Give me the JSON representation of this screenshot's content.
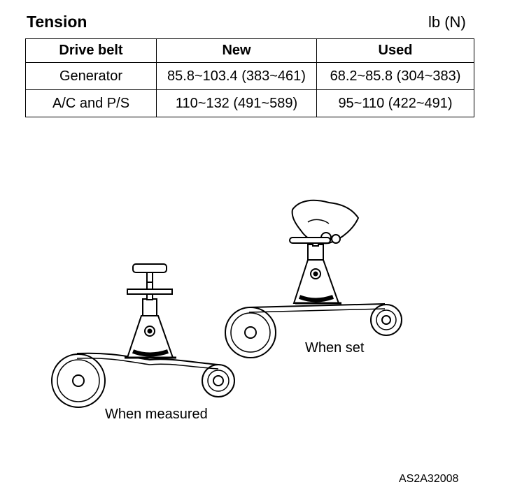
{
  "heading": {
    "title": "Tension",
    "units": "lb (N)"
  },
  "table": {
    "headers": [
      "Drive belt",
      "New",
      "Used"
    ],
    "rows": [
      [
        "Generator",
        "85.8~103.4 (383~461)",
        "68.2~85.8 (304~383)"
      ],
      [
        "A/C and P/S",
        "110~132 (491~589)",
        "95~110 (422~491)"
      ]
    ]
  },
  "figure": {
    "label_measured": "When measured",
    "label_set": "When set",
    "code": "AS2A32008"
  }
}
